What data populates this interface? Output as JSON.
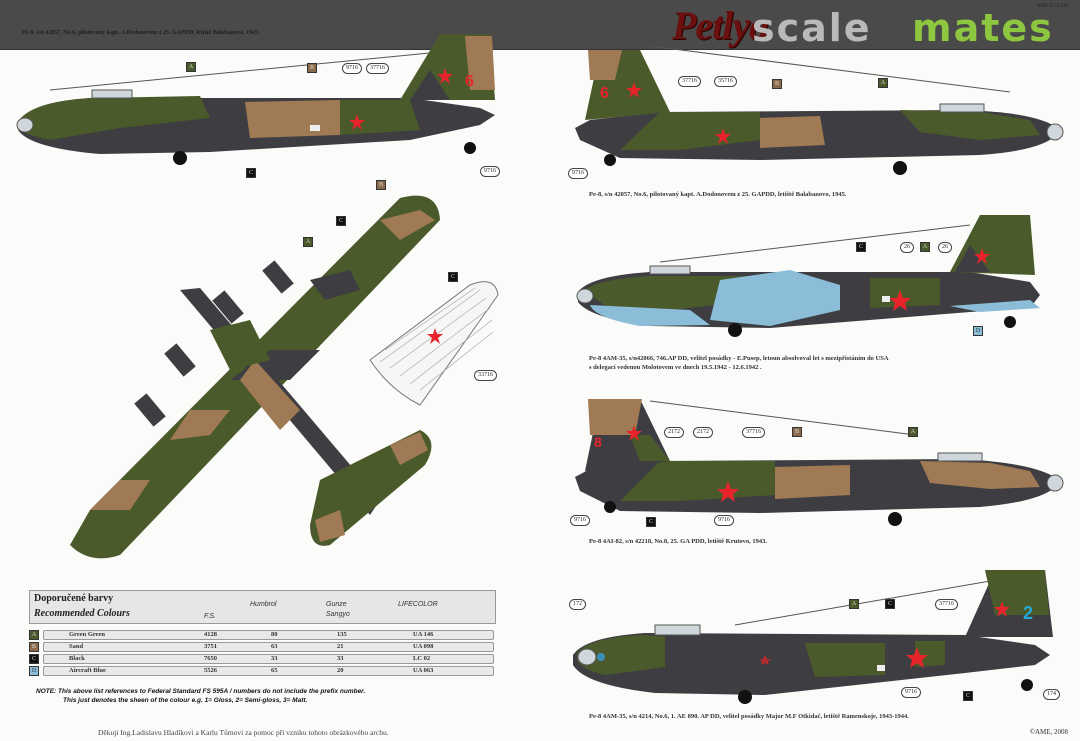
{
  "header": {
    "caption": "Pe-8, s/n 42057, No.6, pilotovaný kapt. A.Dodonovem z 25. GAPDD, letiště Balabanovo, 1945.",
    "product_code": "AME.D 72.028",
    "logo": {
      "left": "Petlya",
      "scale": "scale",
      "mates": "mates"
    }
  },
  "profiles": [
    {
      "id": "top-left",
      "caption": "",
      "tags": [
        "A",
        "B",
        "C"
      ],
      "callouts": [
        "9716",
        "37716",
        "9716"
      ],
      "tail_number": "6"
    },
    {
      "id": "top-right",
      "caption": "Pe-8, s/n 42057, No.6, pilotovaný kapt. A.Dodonovem z 25. GAPDD, letiště Balabanovo, 1945.",
      "tags": [
        "B",
        "A"
      ],
      "callouts": [
        "37716",
        "35716",
        "9716"
      ],
      "tail_number": "6"
    },
    {
      "id": "middle-right",
      "caption_line1": "Pe-8 4AM-35, s/n42066, 746.AP DD, velitel posádky - E.Pusep, letoun absolvoval let s mezipřistáním do USA",
      "caption_line2": "s delegací vedenou Molotovem ve dnech 19.5.1942 - 12.6.1942 .",
      "tags": [
        "C",
        "A",
        "D"
      ],
      "callouts": [
        "26",
        "26"
      ]
    },
    {
      "id": "lower-right",
      "caption": "Pe-8 4AI-82, s/n 42218, No.8, 25. GA PDD, letiště Krutovo, 1943.",
      "tags": [
        "B",
        "A",
        "C"
      ],
      "callouts": [
        "2172",
        "2172",
        "37716",
        "9716",
        "9716"
      ]
    },
    {
      "id": "bottom-right",
      "caption": "Pe-8 4AM-35, s/n 4214, No.6, 1. AE 890. AP DD, velitel posádky Major M.F Otkidač, letiště Ramenskoje, 1943-1944.",
      "tags": [
        "A",
        "C",
        "C"
      ],
      "callouts": [
        "172",
        "37716",
        "9716",
        "174"
      ],
      "tail_number": "2"
    },
    {
      "id": "top-view",
      "tags": [
        "B",
        "A",
        "C"
      ]
    },
    {
      "id": "stabilizer",
      "tags": [
        "C"
      ],
      "callouts": [
        "33716"
      ]
    }
  ],
  "colour_table": {
    "title_cz": "Doporučené barvy",
    "title_en": "Recommended  Colours",
    "headers": {
      "fs": "F.S.",
      "humbrol": "Humbrol",
      "gunze": "Gunze",
      "gunze2": "Sangyo",
      "lifecolor": "LIFECOLOR"
    },
    "rows": [
      {
        "tag": "A",
        "name": "Green  Green",
        "fs": "4128",
        "humbrol": "80",
        "gunze": "135",
        "lifecolor": "UA 146",
        "color": "#4a5a2a"
      },
      {
        "tag": "B",
        "name": "Sand",
        "fs": "3751",
        "humbrol": "63",
        "gunze": "21",
        "lifecolor": "UA 098",
        "color": "#8a6a4a"
      },
      {
        "tag": "C",
        "name": "Black",
        "fs": "7650",
        "humbrol": "33",
        "gunze": "33",
        "lifecolor": "LC 02",
        "color": "#111111"
      },
      {
        "tag": "D",
        "name": "Aircraft Blue",
        "fs": "5526",
        "humbrol": "65",
        "gunze": "20",
        "lifecolor": "UA 063",
        "color": "#8bbcd8"
      }
    ],
    "note_line1": "NOTE:  This above list  references to Federal Standard FS 595A / numbers do not include the prefix number.",
    "note_line2": "This just denotes the sheen of the colour e.g.    1= Gloss,  2= Semi-gloss,  3= Matt."
  },
  "footer": {
    "thanks": "Děkuji Ing.Ladislavu Hladíkovi a Karlu Tůmovi za pomoc při vzniku tohoto obrázkového archu.",
    "copyright": "©AME, 2008"
  }
}
